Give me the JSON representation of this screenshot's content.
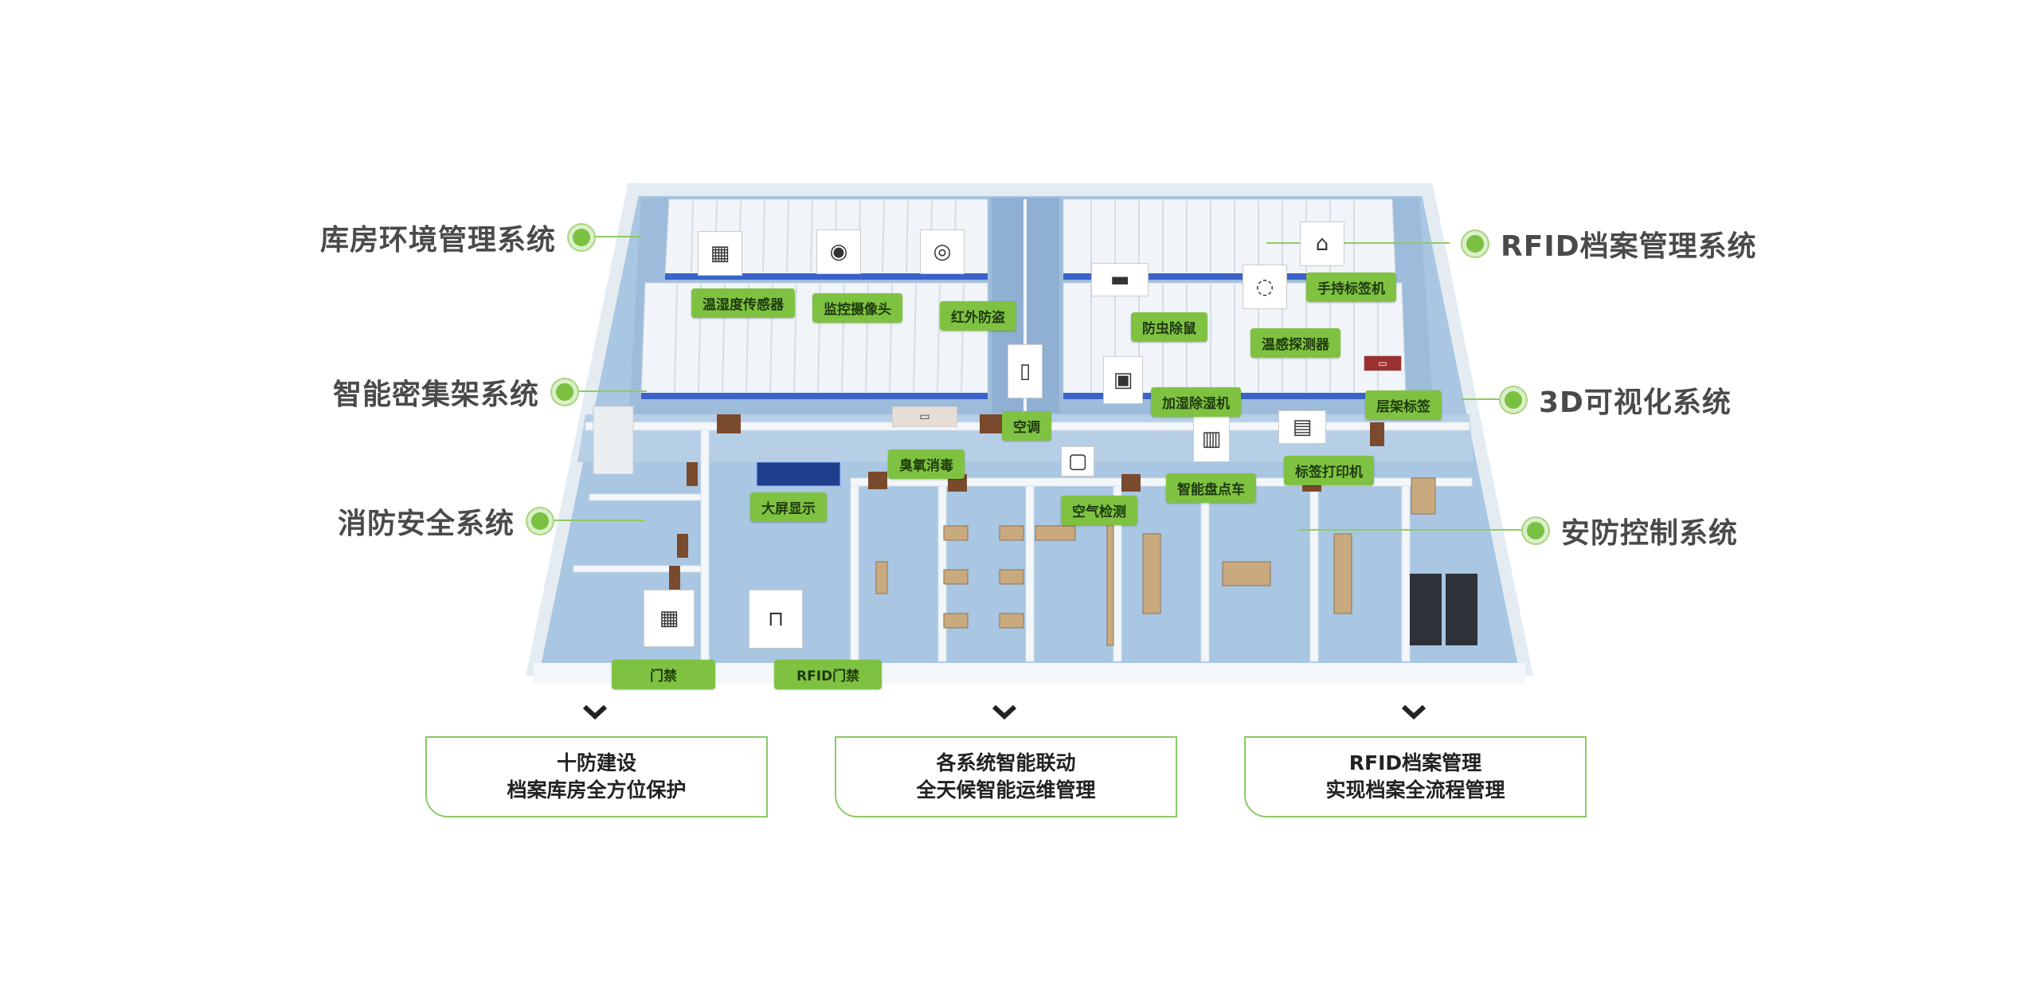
{
  "systems": {
    "left": [
      "库房环境管理系统",
      "智能密集架系统",
      "消防安全系统"
    ],
    "right": [
      "RFID档案管理系统",
      "3D可视化系统",
      "安防控制系统"
    ]
  },
  "devices": {
    "temp_humidity_sensor": "温湿度传感器",
    "camera": "监控摄像头",
    "infrared": "红外防盗",
    "pest_control": "防虫除鼠",
    "temp_detector": "温感探测器",
    "handheld_reader": "手持标签机",
    "dehumidifier": "加湿除湿机",
    "shelf_label": "层架标签",
    "air_conditioner": "空调",
    "ozone": "臭氧消毒",
    "big_screen": "大屏显示",
    "air_detection": "空气检测",
    "inventory_cart": "智能盘点车",
    "label_printer": "标签打印机",
    "door_access": "门禁",
    "rfid_door": "RFID门禁"
  },
  "summaries": [
    {
      "line1": "十防建设",
      "line2": "档案库房全方位保护"
    },
    {
      "line1": "各系统智能联动",
      "line2": "全天候智能运维管理"
    },
    {
      "line1": "RFID档案管理",
      "line2": "实现档案全流程管理"
    }
  ],
  "colors": {
    "accent": "#7fc241",
    "floor": "#a9c6e2",
    "wall": "#eef3f7",
    "text": "#4a4a4a"
  }
}
